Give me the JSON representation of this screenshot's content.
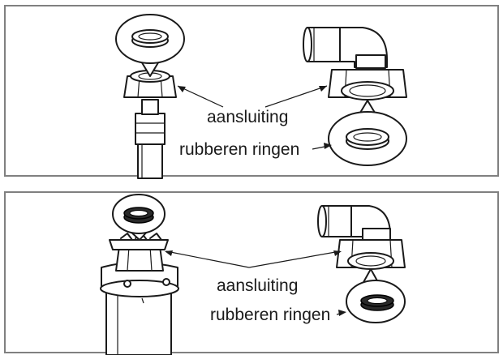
{
  "panels": [
    {
      "connection_label": "aansluiting",
      "rings_label": "rubberen ringen"
    },
    {
      "connection_label": "aansluiting",
      "rings_label": "rubberen ringen"
    }
  ]
}
